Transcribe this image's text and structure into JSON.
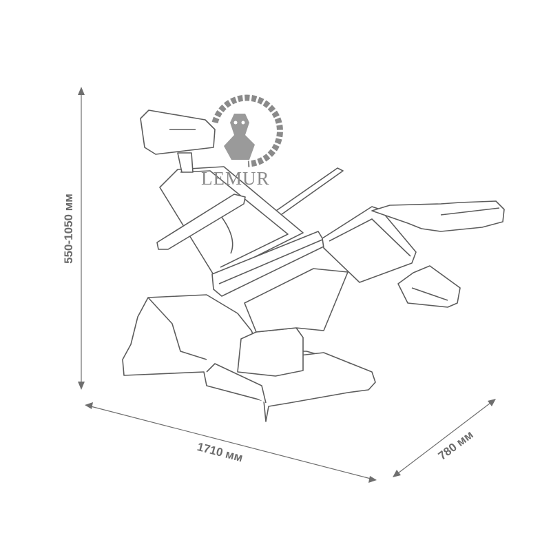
{
  "logo": {
    "brand": "LEMUR"
  },
  "dimensions": {
    "height": "550-1050 мм",
    "length": "1710 мм",
    "width": "780 мм"
  },
  "colors": {
    "line": "#5c5c5c",
    "dimension": "#6e6e6e",
    "logo": "#8a8a8a"
  }
}
